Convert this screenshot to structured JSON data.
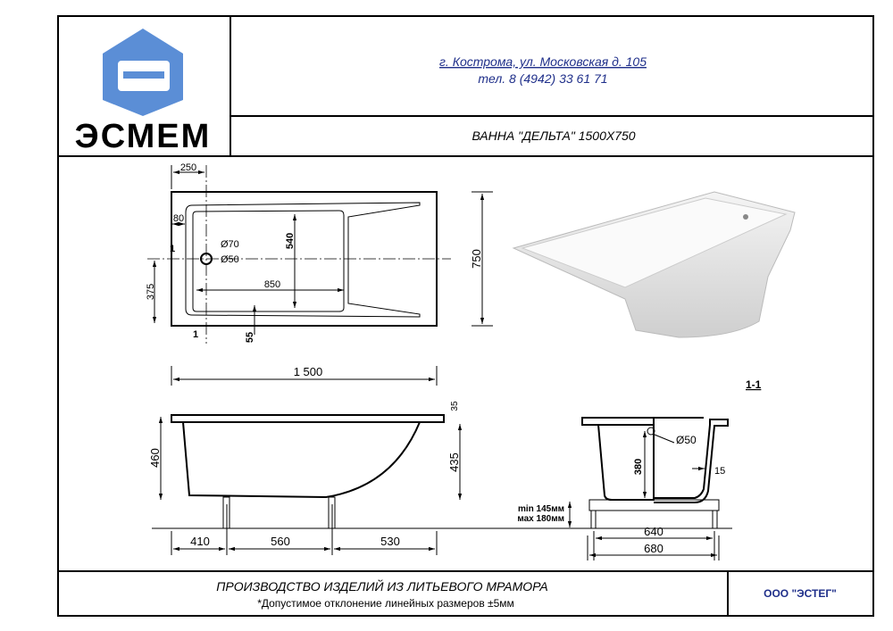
{
  "header": {
    "logo_text": "ЭСМЕМ",
    "address": "г. Кострома, ул. Московская д. 105",
    "phone": "тел. 8 (4942) 33 61 71",
    "product_title": "ВАННА \"ДЕЛЬТА\" 1500Х750"
  },
  "plan_view": {
    "dim_250": "250",
    "dim_80": "80",
    "dim_1_top": "1",
    "dim_375": "375",
    "dim_540": "540",
    "dim_850": "850",
    "dia_70": "Ø70",
    "dia_50": "Ø50",
    "dim_55": "55",
    "dim_1_bottom": "1",
    "dim_750": "750",
    "dim_1500": "1 500"
  },
  "side_view": {
    "dim_460": "460",
    "dim_435": "435",
    "dim_35": "35",
    "dim_410": "410",
    "dim_560": "560",
    "dim_530": "530",
    "leg_min": "min 145мм",
    "leg_max": "мах 180мм"
  },
  "section_view": {
    "label": "1-1",
    "dim_380": "380",
    "dia_50": "Ø50",
    "dim_15": "15",
    "dim_640": "640",
    "dim_680": "680"
  },
  "footer": {
    "production": "ПРОИЗВОДСТВО ИЗДЕЛИЙ ИЗ ЛИТЬЕВОГО МРАМОРА",
    "tolerance": "*Допустимое отклонение линейных размеров ±5мм",
    "company": "ООО \"ЭСТЕГ\""
  },
  "colors": {
    "logo_blue": "#5b8ed6",
    "address_blue": "#1f2f8a"
  }
}
